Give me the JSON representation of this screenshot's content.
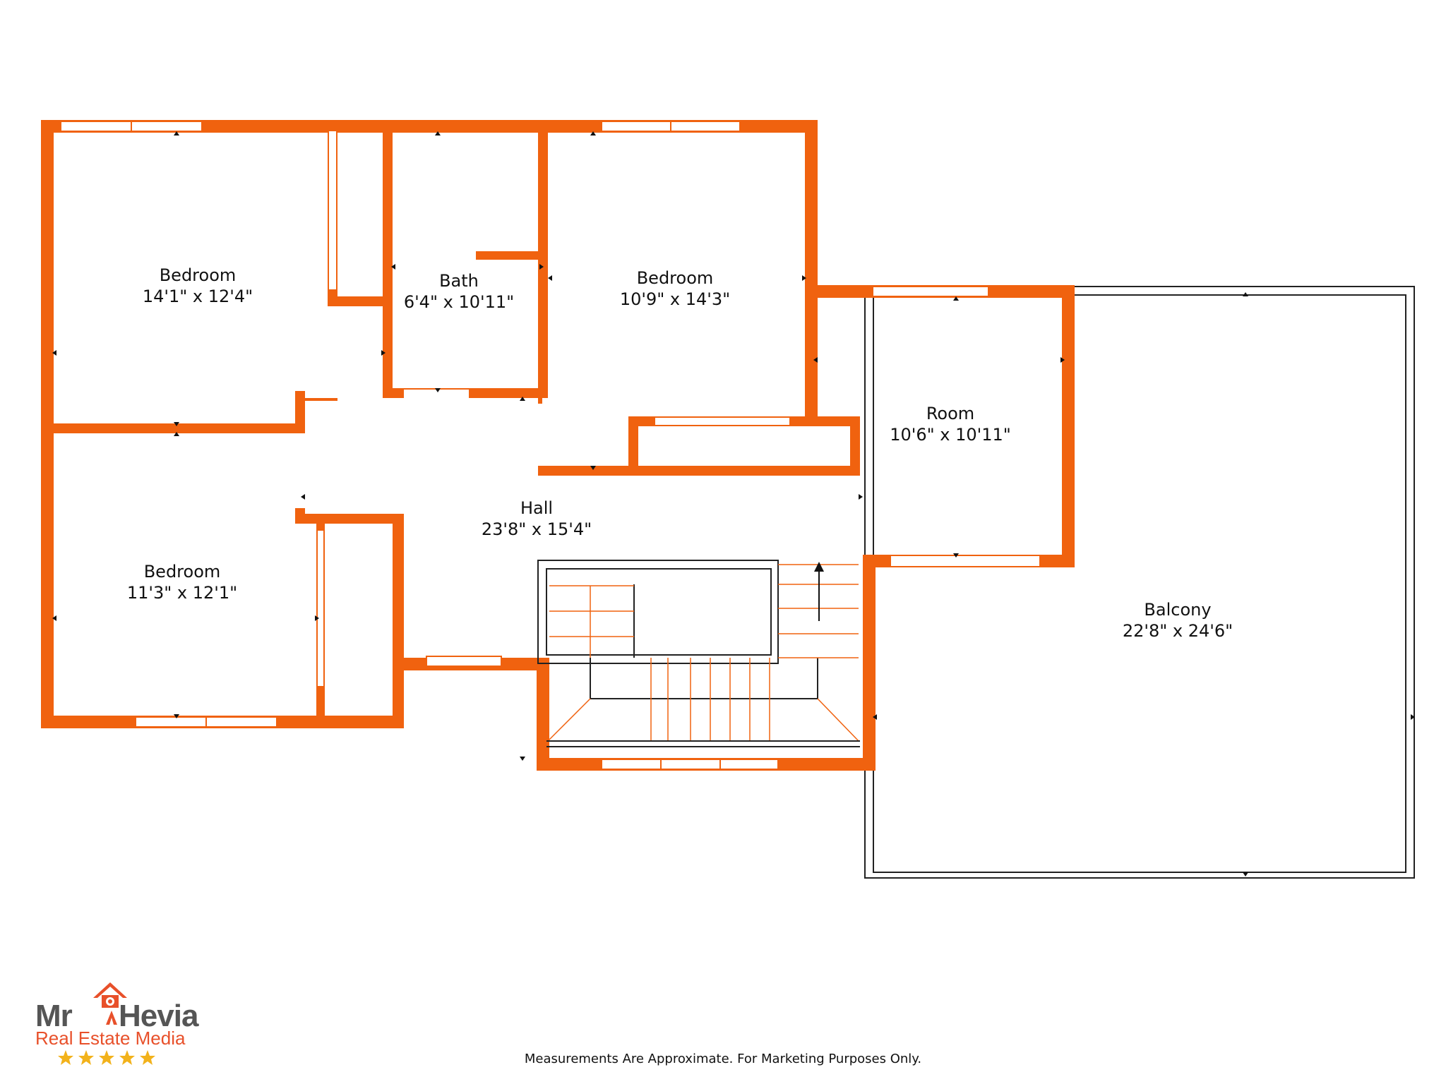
{
  "colors": {
    "wall": "#f0620f",
    "window": "#f0620f",
    "stair_line": "#f0620f",
    "balcony_line": "#222222",
    "text": "#111111",
    "logo_red": "#e8502a",
    "logo_grey": "#555555",
    "star": "#f2b21b"
  },
  "rooms": [
    {
      "name": "Bedroom",
      "dims": "14'1\" x 12'4\""
    },
    {
      "name": "Bath",
      "dims": "6'4\" x 10'11\""
    },
    {
      "name": "Bedroom",
      "dims": "10'9\" x 14'3\""
    },
    {
      "name": "Room",
      "dims": "10'6\" x 10'11\""
    },
    {
      "name": "Hall",
      "dims": "23'8\" x 15'4\""
    },
    {
      "name": "Bedroom",
      "dims": "11'3\" x 12'1\""
    },
    {
      "name": "Balcony",
      "dims": "22'8\" x 24'6\""
    }
  ],
  "footer": {
    "disclaimer": "Measurements Are Approximate. For Marketing Purposes Only."
  },
  "logo": {
    "brand_word_1": "Mr",
    "brand_word_2": "Hevia",
    "tagline": "Real Estate Media",
    "stars": 5
  }
}
